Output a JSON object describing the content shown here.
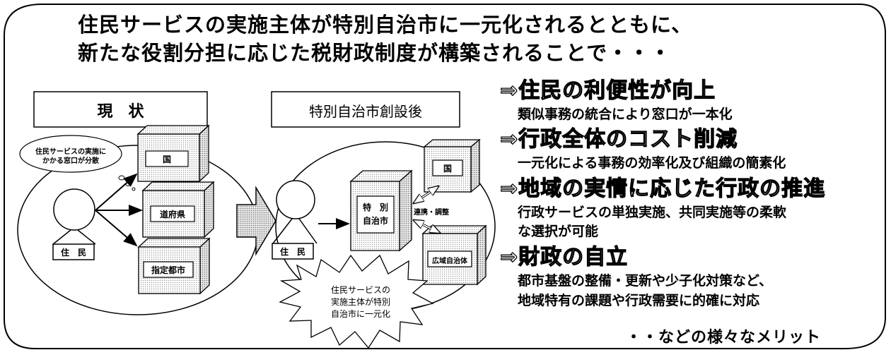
{
  "headline": {
    "line1": "住民サービスの実施主体が特別自治市に一元化されるとともに、",
    "line2": "新たな役割分担に応じた税財政制度が構築されることで・・・"
  },
  "current": {
    "title": "現　状",
    "bubble_line1": "住民サービスの実施に",
    "bubble_line2": "かかる窓口が分散",
    "resident": "住　民",
    "country": "国",
    "prefecture": "道府県",
    "designated_city": "指定都市"
  },
  "after": {
    "title": "特別自治市創設後",
    "resident": "住　民",
    "special_city_line1": "特　別",
    "special_city_line2": "自治市",
    "country": "国",
    "regional_body": "広域自治体",
    "cooperation": "連携・調整",
    "burst_line1": "住民サービスの",
    "burst_line2": "実施主体が特別",
    "burst_line3": "自治市に一元化"
  },
  "benefits": [
    {
      "title": "⇒住民の利便性が向上",
      "detail": [
        "類似事務の統合により窓口が一本化"
      ]
    },
    {
      "title": "⇒行政全体のコスト削減",
      "detail": [
        "一元化による事務の効率化及び組織の簡素化"
      ]
    },
    {
      "title": "⇒地域の実情に応じた行政の推進",
      "detail": [
        "行政サービスの単独実施、共同実施等の柔軟",
        "な選択が可能"
      ]
    },
    {
      "title": "⇒財政の自立",
      "detail": [
        "都市基盤の整備・更新や少子化対策など、",
        "地域特有の課題や行政需要に的確に対応"
      ]
    }
  ],
  "footer": "・・などの様々なメリット"
}
